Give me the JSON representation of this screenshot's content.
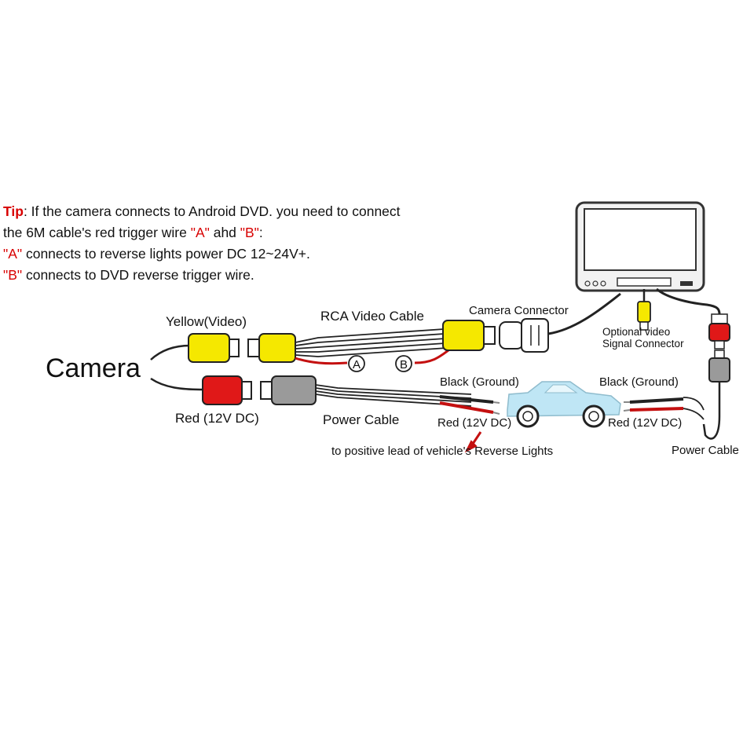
{
  "tip": {
    "keyword": "Tip",
    "line1_rest": ": If the camera connects to Android DVD. you need to connect",
    "line2_pre": "the 6M cable's red trigger wire ",
    "line2_a": "\"A\"",
    "line2_mid": " ahd ",
    "line2_b": "\"B\"",
    "line2_end": ":",
    "line3_key": "\"A\"",
    "line3_rest": " connects to reverse lights power DC 12~24V+.",
    "line4_key": "\"B\"",
    "line4_rest": " connects to DVD reverse trigger wire."
  },
  "labels": {
    "camera": "Camera",
    "yellow_video": "Yellow(Video)",
    "red_12v": "Red (12V DC)",
    "rca_video_cable": "RCA Video Cable",
    "power_cable_left": "Power Cable",
    "camera_connector": "Camera Connector",
    "optional_video_1": "Optional video",
    "optional_video_2": "Signal Connector",
    "black_ground_left": "Black (Ground)",
    "black_ground_right": "Black (Ground)",
    "red_12v_dc_left": "Red (12V DC)",
    "red_12v_dc_right": "Red (12V DC)",
    "reverse_lights": "to positive lead of vehicle's Reverse Lights",
    "power_cable_right": "Power Cable",
    "marker_a": "A",
    "marker_b": "B"
  },
  "colors": {
    "tip_red": "#d80000",
    "yellow": "#f5e800",
    "red": "#e01818",
    "gray": "#9a9a9a",
    "car_blue": "#bfe6f5",
    "wire_red": "#c41010"
  }
}
